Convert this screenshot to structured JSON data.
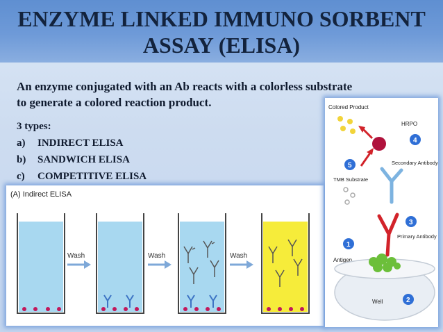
{
  "slide": {
    "title_line1": "ENZYME LINKED IMMUNO SORBENT",
    "title_line2": "ASSAY (ELISA)",
    "body_line1": "An enzyme conjugated with an Ab reacts with a colorless substrate",
    "body_line2": "to generate a colored reaction product.",
    "types_heading": "3 types:",
    "types": [
      {
        "letter": "a)",
        "label": "INDIRECT ELISA"
      },
      {
        "letter": "b)",
        "label": "SANDWICH ELISA"
      },
      {
        "letter": "c)",
        "label": "COMPETITIVE ELISA"
      }
    ]
  },
  "indirect_figure": {
    "panel_label": "(A) Indirect ELISA",
    "wash_labels": [
      "Wash",
      "Wash",
      "Wash"
    ],
    "colors": {
      "liquid_blue": "#a8d8f0",
      "liquid_yellow": "#f6ec3a",
      "antigen": "#c2185b",
      "antibody": "#7ea8d8"
    }
  },
  "schematic_figure": {
    "colored_product": "Colored Product",
    "hrpo": "HRPO",
    "tmb_substrate": "TMB Substrate",
    "secondary_antibody": "Secondary Antibody",
    "primary_antibody": "Primary Antibody",
    "antigen": "Antigen",
    "well": "Well",
    "step_numbers": [
      "1",
      "2",
      "3",
      "4",
      "5"
    ],
    "colors": {
      "step_circle": "#2f6fd6",
      "enzyme": "#b0123c",
      "secondary_ab": "#7db3e0",
      "primary_ab": "#d2232a",
      "antigen": "#6cbf3a",
      "dots": "#f2d43a"
    }
  }
}
